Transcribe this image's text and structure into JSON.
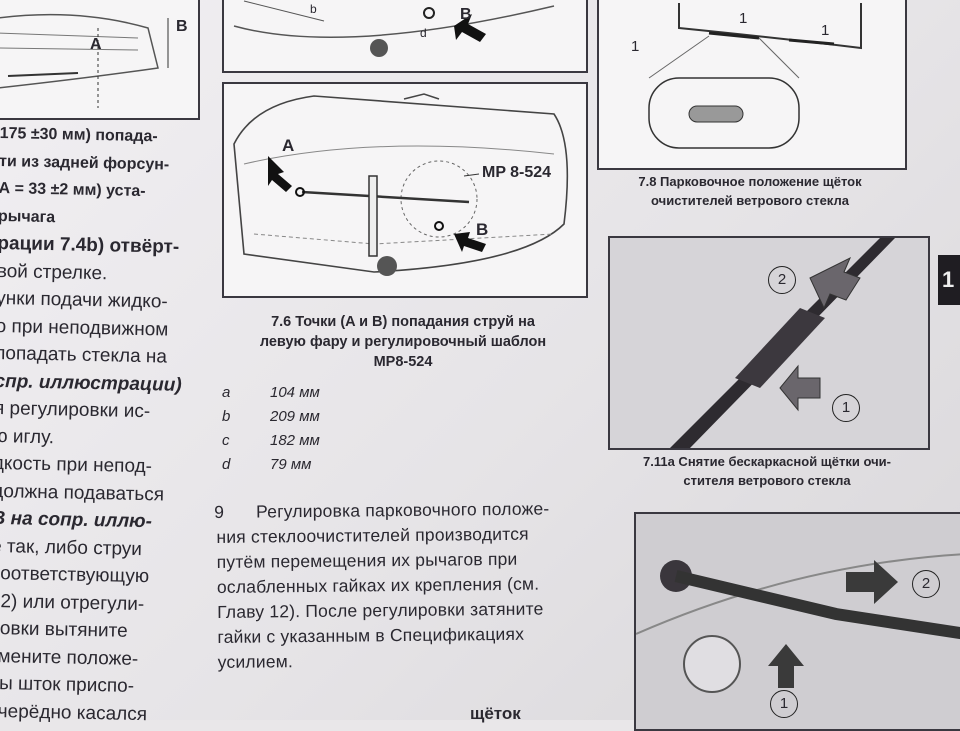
{
  "left_column": {
    "lines": [
      "175 ±30 мм) попада-",
      "ти из задней форсун-",
      "А = 33 ±2 мм) уста-",
      "рычага",
      "рации 7.4b) отвёрт-",
      "вой стрелке.",
      "унки подачи жидко-",
      "о при неподвижном",
      "попадать стекла на",
      "спр. иллюстрации)",
      "я регулировки ис-",
      "ю иглу.",
      "дкость при непод-",
      "должна подаваться",
      "В на сопр. иллю-",
      "е так, либо струи",
      "соответствующую",
      "12) или отрегули-",
      "ровки вытяните",
      "змените положе-",
      "бы шток приспо-",
      "очерёдно касался"
    ]
  },
  "fig_top_left": {
    "labels": [
      "A",
      "B"
    ]
  },
  "fig_top_mid": {
    "labels": [
      "b",
      "B",
      "d"
    ]
  },
  "fig_7_6": {
    "labels": {
      "a": "A",
      "b": "B",
      "tool": "MP 8-524"
    },
    "caption_lines": [
      "7.6 Точки (A и B) попадания струй на",
      "левую фару и регулировочный шаблон",
      "MP8-524"
    ],
    "specs": [
      {
        "key": "a",
        "value": "104 мм"
      },
      {
        "key": "b",
        "value": "209 мм"
      },
      {
        "key": "c",
        "value": "182 мм"
      },
      {
        "key": "d",
        "value": "79 мм"
      }
    ]
  },
  "fig_7_8": {
    "labels": [
      "1",
      "1",
      "1"
    ],
    "caption_lines": [
      "7.8 Парковочное положение щёток",
      "очистителей ветрового стекла"
    ]
  },
  "fig_7_11a": {
    "labels": [
      "2",
      "1"
    ],
    "caption_lines": [
      "7.11a Снятие бескаркасной щётки очи-",
      "стителя ветрового стекла"
    ]
  },
  "fig_bottom": {
    "labels": [
      "2",
      "1"
    ]
  },
  "section_tab": "1",
  "paragraph": {
    "number": "9",
    "lines": [
      "Регулировка парковочного положе-",
      "ния стеклоочистителей производится",
      "путём перемещения их рычагов при",
      "ослабленных гайках их крепления (см.",
      "Главу 12). После регулировки затяните",
      "гайки с указанным в Спецификациях",
      "усилием."
    ]
  },
  "bottom_fragment": "щёток"
}
